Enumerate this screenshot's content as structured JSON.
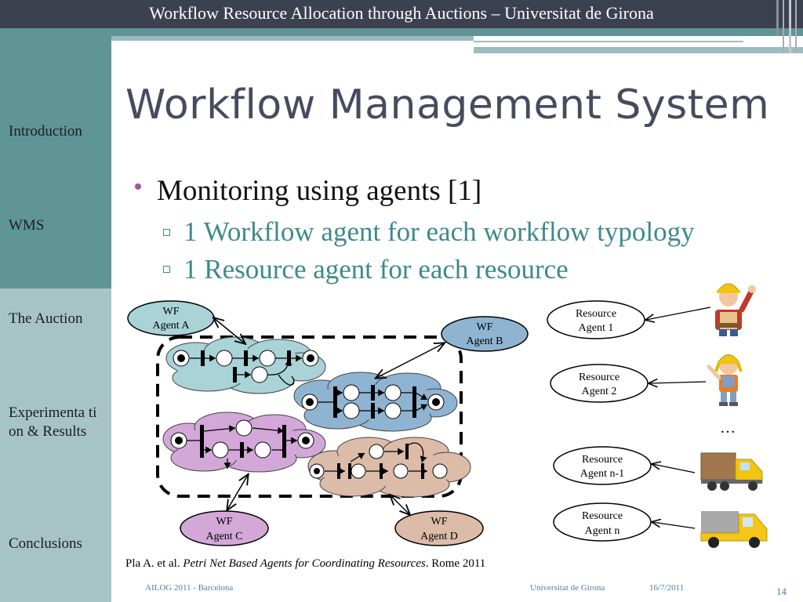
{
  "header": {
    "banner_title": "Workflow Resource Allocation through Auctions – Universitat de Girona"
  },
  "sidebar": {
    "items": [
      {
        "label": "Introduction"
      },
      {
        "label": "WMS"
      },
      {
        "label": "The Auction"
      },
      {
        "label": "Experimenta tion & Results"
      },
      {
        "label": "Conclusions"
      }
    ]
  },
  "slide": {
    "title": "Workflow Management System",
    "bullet": "Monitoring using agents [1]",
    "sub_bullets": [
      "1 Workflow agent for each workflow typology",
      "1 Resource agent for each resource"
    ]
  },
  "diagram": {
    "wf_agents": [
      {
        "line1": "WF",
        "line2": "Agent A",
        "color": "#a9d3d6"
      },
      {
        "line1": "WF",
        "line2": "Agent B",
        "color": "#8fb4d2"
      },
      {
        "line1": "WF",
        "line2": "Agent C",
        "color": "#d3a8d8"
      },
      {
        "line1": "WF",
        "line2": "Agent D",
        "color": "#dcbba9"
      }
    ],
    "resource_agents": [
      {
        "line1": "Resource",
        "line2": "Agent 1"
      },
      {
        "line1": "Resource",
        "line2": "Agent 2"
      },
      {
        "line1": "Resource",
        "line2": "Agent n-1"
      },
      {
        "line1": "Resource",
        "line2": "Agent n"
      }
    ],
    "ellipsis": "…",
    "resource_icons": [
      "builder-man-icon",
      "builder-woman-icon",
      "truck-icon",
      "van-icon"
    ]
  },
  "citation": {
    "authors": "Pla A. et al. ",
    "title": "Petri Net Based Agents for Coordinating Resources",
    "rest": ". Rome 2011"
  },
  "footer": {
    "left": "AILOG 2011 - Barcelona",
    "center": "Universitat de Girona",
    "date": "16/7/2011",
    "page": "14"
  }
}
